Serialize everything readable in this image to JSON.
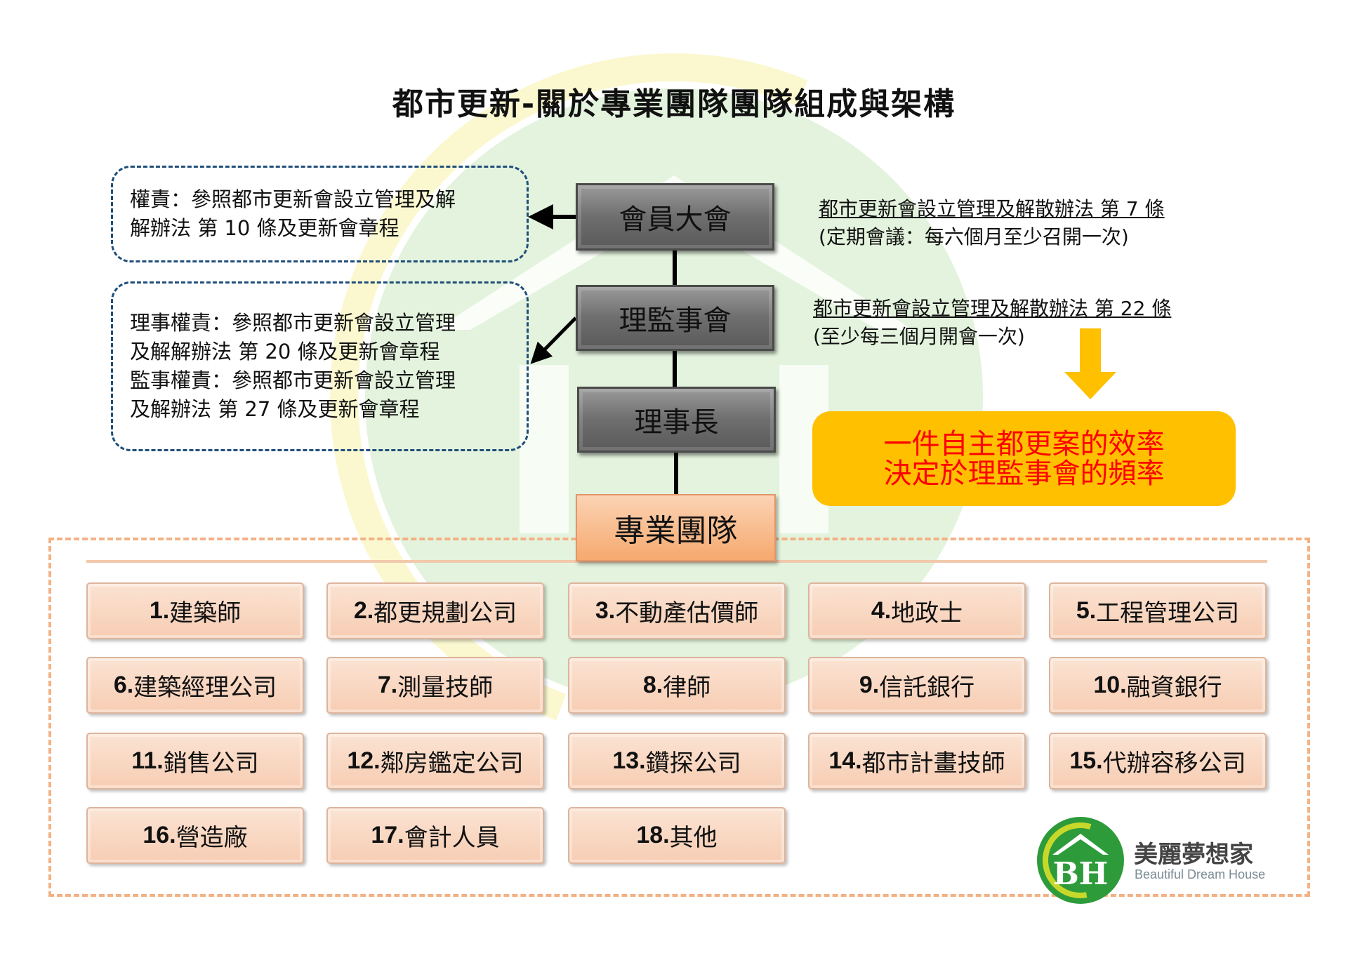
{
  "title": "都市更新-關於專業團隊團隊組成與架構",
  "left_notes": [
    [
      "權責：參照都市更新會設立管理及解",
      "解辦法  第 10 條及更新會章程"
    ],
    [
      "理事權責：參照都市更新會設立管理",
      "及解解辦法  第 20 條及更新會章程",
      "監事權責：參照都市更新會設立管理",
      "及解辦法  第 27 條及更新會章程"
    ]
  ],
  "org": {
    "general_assembly": "會員大會",
    "board": "理監事會",
    "chairman": "理事長",
    "team": "專業團隊"
  },
  "refs": [
    {
      "law": "都市更新會設立管理及解散辦法  第 7 條",
      "note": "(定期會議：每六個月至少召開一次)"
    },
    {
      "law": "都市更新會設立管理及解散辦法  第 22 條",
      "note": "(至少每三個月開會一次)"
    }
  ],
  "highlight": [
    "一件自主都更案的效率",
    "決定於理監事會的頻率"
  ],
  "team_members": [
    {
      "num": "1.",
      "label": "建築師"
    },
    {
      "num": "2.",
      "label": "都更規劃公司"
    },
    {
      "num": "3.",
      "label": "不動產估價師"
    },
    {
      "num": "4.",
      "label": "地政士"
    },
    {
      "num": "5.",
      "label": "工程管理公司"
    },
    {
      "num": "6.",
      "label": "建築經理公司"
    },
    {
      "num": "7.",
      "label": "測量技師"
    },
    {
      "num": "8.",
      "label": "律師"
    },
    {
      "num": "9.",
      "label": "信託銀行"
    },
    {
      "num": "10.",
      "label": "融資銀行"
    },
    {
      "num": "11.",
      "label": "銷售公司"
    },
    {
      "num": "12.",
      "label": "鄰房鑑定公司"
    },
    {
      "num": "13.",
      "label": "鑽探公司"
    },
    {
      "num": "14.",
      "label": "都市計畫技師"
    },
    {
      "num": "15.",
      "label": "代辦容移公司"
    },
    {
      "num": "16.",
      "label": "營造廠"
    },
    {
      "num": "17.",
      "label": "會計人員"
    },
    {
      "num": "18.",
      "label": "其他"
    }
  ],
  "logo": {
    "name_zh": "美麗夢想家",
    "name_en": "Beautiful Dream House",
    "mark": "BH"
  },
  "colors": {
    "dashed_blue": "#1f4e79",
    "yellow": "#ffc000",
    "red_text": "#ff0000",
    "orange_dash": "#f4b183",
    "logo_green": "#2e9b3a"
  }
}
